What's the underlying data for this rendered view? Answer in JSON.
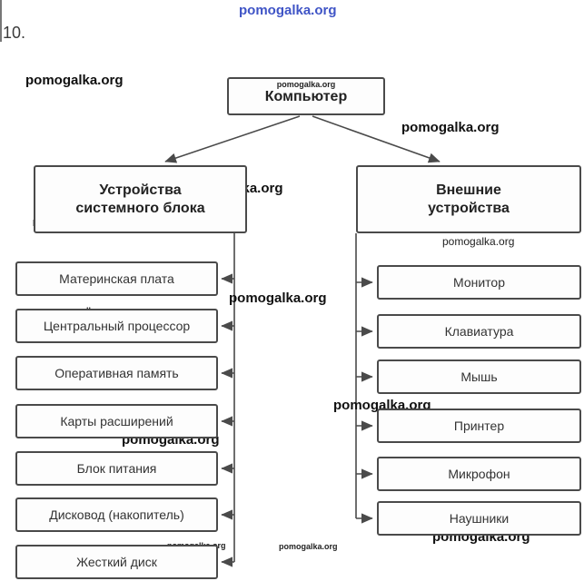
{
  "page_label": "10.",
  "watermark": {
    "text": "pomogalka.org",
    "top_color": "#3f54c6"
  },
  "diagram": {
    "root": "Компьютер",
    "left": {
      "title": "Устройства системного блока",
      "items": [
        "Материнская плата",
        "Центральный процессор",
        "Оперативная память",
        "Карты расширений",
        "Блок питания",
        "Дисковод (накопитель)",
        "Жесткий диск"
      ]
    },
    "right": {
      "title": "Внешние устройства",
      "items": [
        "Монитор",
        "Клавиатура",
        "Мышь",
        "Принтер",
        "Микрофон",
        "Наушники"
      ]
    }
  }
}
